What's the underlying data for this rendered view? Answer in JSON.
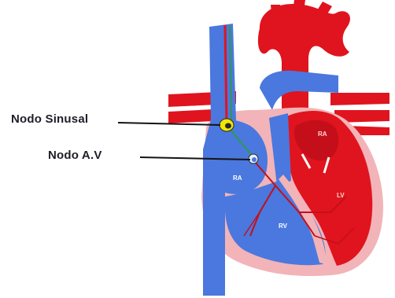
{
  "labels": {
    "sinoatrial_node": "Nodo Sinusal",
    "av_node": "Nodo A.V"
  },
  "chambers": {
    "right_atrium": "RA",
    "left_atrium": "RA",
    "right_ventricle": "RV",
    "left_ventricle": "LV"
  },
  "colors": {
    "venous_blue": "#4a78de",
    "arterial_red": "#e0141e",
    "dark_red": "#c40f1a",
    "wall_pink": "#f2b4b8",
    "sa_node_yellow": "#f2e600",
    "conduction_green": "#2e9a4a",
    "leader_line": "#141414"
  }
}
